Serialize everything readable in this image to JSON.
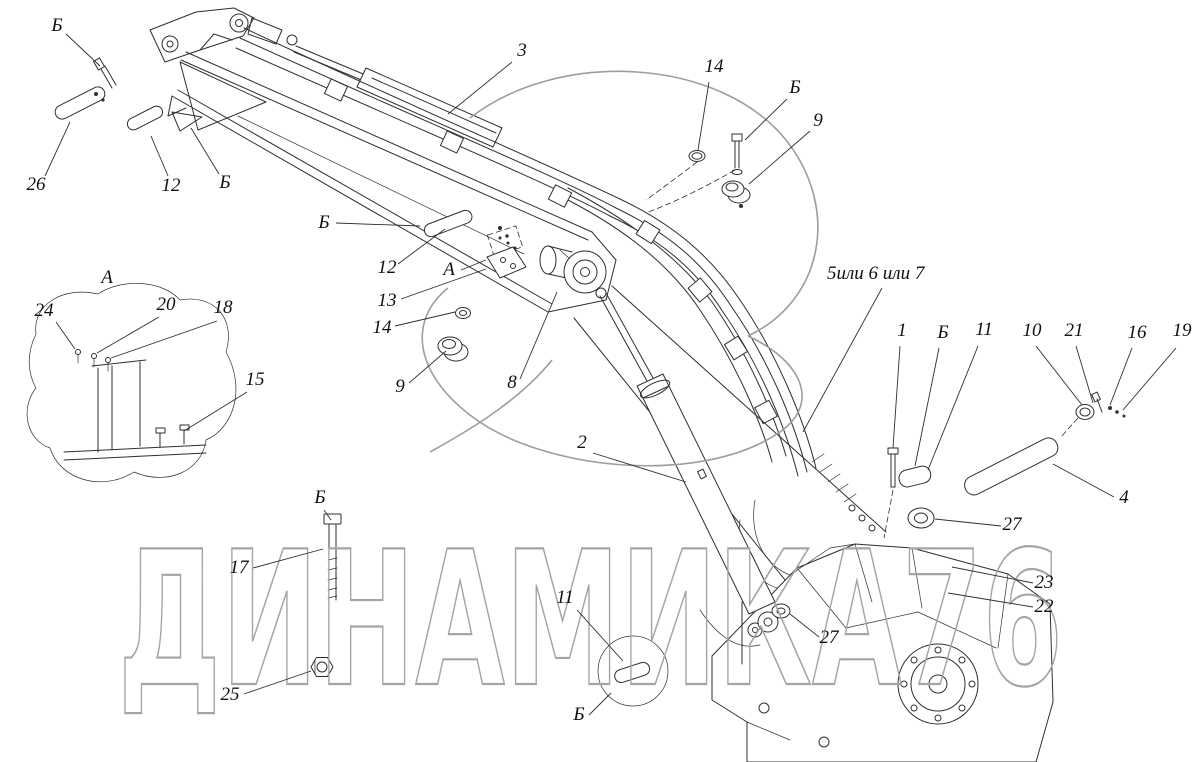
{
  "diagram": {
    "kind": "exploded-parts-line-drawing",
    "colors": {
      "line": "#2f2f2f",
      "watermark": "#a4a4a4",
      "background": "#ffffff"
    },
    "watermark": {
      "text": "ДИНАМИКА76"
    },
    "labels": [
      {
        "text": "Б"
      },
      {
        "text": "26"
      },
      {
        "text": "12"
      },
      {
        "text": "Б"
      },
      {
        "text": "3"
      },
      {
        "text": "14"
      },
      {
        "text": "Б"
      },
      {
        "text": "9"
      },
      {
        "text": "Б"
      },
      {
        "text": "12"
      },
      {
        "text": "А"
      },
      {
        "text": "13"
      },
      {
        "text": "14"
      },
      {
        "text": "9"
      },
      {
        "text": "8"
      },
      {
        "text": "А"
      },
      {
        "text": "24"
      },
      {
        "text": "20"
      },
      {
        "text": "18"
      },
      {
        "text": "15"
      },
      {
        "text": "5или 6 или 7"
      },
      {
        "text": "1"
      },
      {
        "text": "Б"
      },
      {
        "text": "11"
      },
      {
        "text": "10"
      },
      {
        "text": "21"
      },
      {
        "text": "16"
      },
      {
        "text": "19"
      },
      {
        "text": "2"
      },
      {
        "text": "4"
      },
      {
        "text": "27"
      },
      {
        "text": "23"
      },
      {
        "text": "22"
      },
      {
        "text": "27"
      },
      {
        "text": "17"
      },
      {
        "text": "Б"
      },
      {
        "text": "11"
      },
      {
        "text": "25"
      },
      {
        "text": "Б"
      }
    ]
  }
}
